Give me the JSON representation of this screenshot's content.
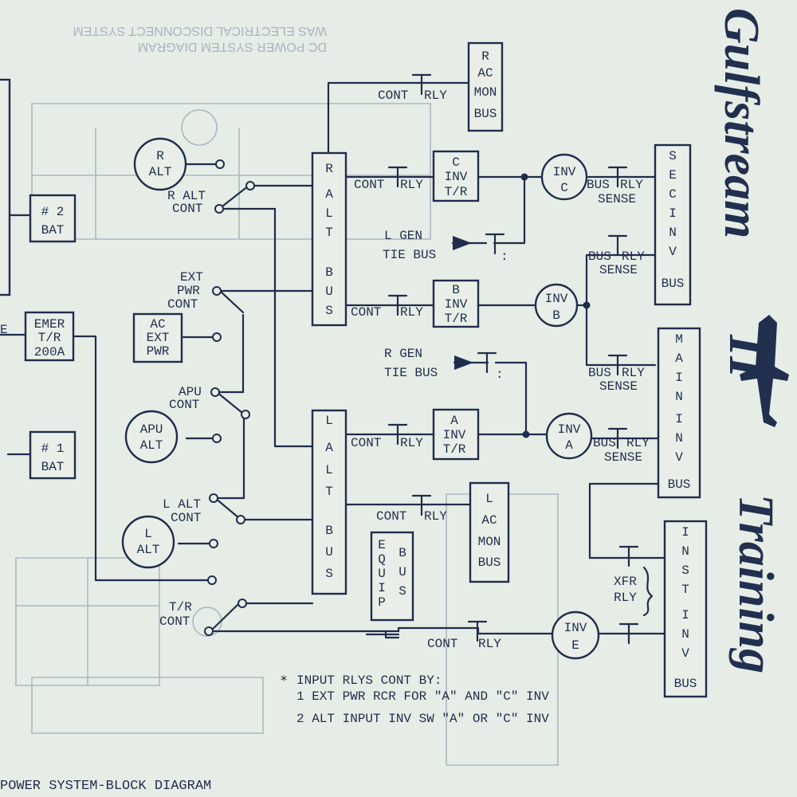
{
  "caption": "POWER SYSTEM-BLOCK DIAGRAM",
  "brand": "Gulfstream",
  "brand_model": "II",
  "brand_sub": "Training",
  "labels": {
    "r_ac_mon_bus": "R AC MON BUS",
    "r_alt": "R ALT",
    "r_alt_cont": "R ALT CONT",
    "bat2": "# 2 BAT",
    "bat1": "# 1 BAT",
    "emer_tr": "EMER T/R 200A",
    "ext_pwr_cont": "EXT PWR CONT",
    "ac_ext_pwr": "AC EXT PWR",
    "apu_cont": "APU CONT",
    "apu_alt": "APU ALT",
    "l_alt_cont": "L ALT CONT",
    "l_alt": "L ALT",
    "tr_cont": "T/R CONT",
    "r_alt_bus": "R ALT BUS",
    "l_alt_bus": "L ALT BUS",
    "equip_bus": "EQUIP BUS",
    "l_ac_mon_bus": "L AC MON BUS",
    "cont_rly": "CONT RLY",
    "c_inv_tr": "C INV T/R",
    "b_inv_tr": "B INV T/R",
    "a_inv_tr": "A INV T/R",
    "inv_c": "INV C",
    "inv_b": "INV B",
    "inv_a": "INV A",
    "inv_e": "INV E",
    "l_gen_tie_bus": "L GEN TIE BUS",
    "r_gen_tie_bus": "R GEN TIE BUS",
    "bus_rly_sense": "BUS RLY SENSE",
    "sec_inv_bus": "SEC INV BUS",
    "main_inv_bus": "MAIN INV BUS",
    "inst_inv_bus": "INST INV BUS",
    "xfr_rly": "XFR RLY",
    "ghost_heading1": "WAS ELECTRICAL DISCONNECT SYSTEM",
    "ghost_heading2": "DC POWER SYSTEM DIAGRAM"
  },
  "notes": {
    "title": "INPUT RLYS CONT BY:",
    "line1": "1 EXT PWR RCR FOR \"A\" AND \"C\" INV",
    "line2": "2 ALT INPUT INV SW \"A\" OR \"C\" INV"
  },
  "colors": {
    "ink": "#1f2d4c",
    "paper": "#e6ede6",
    "ghost": "#a9b9c2"
  }
}
